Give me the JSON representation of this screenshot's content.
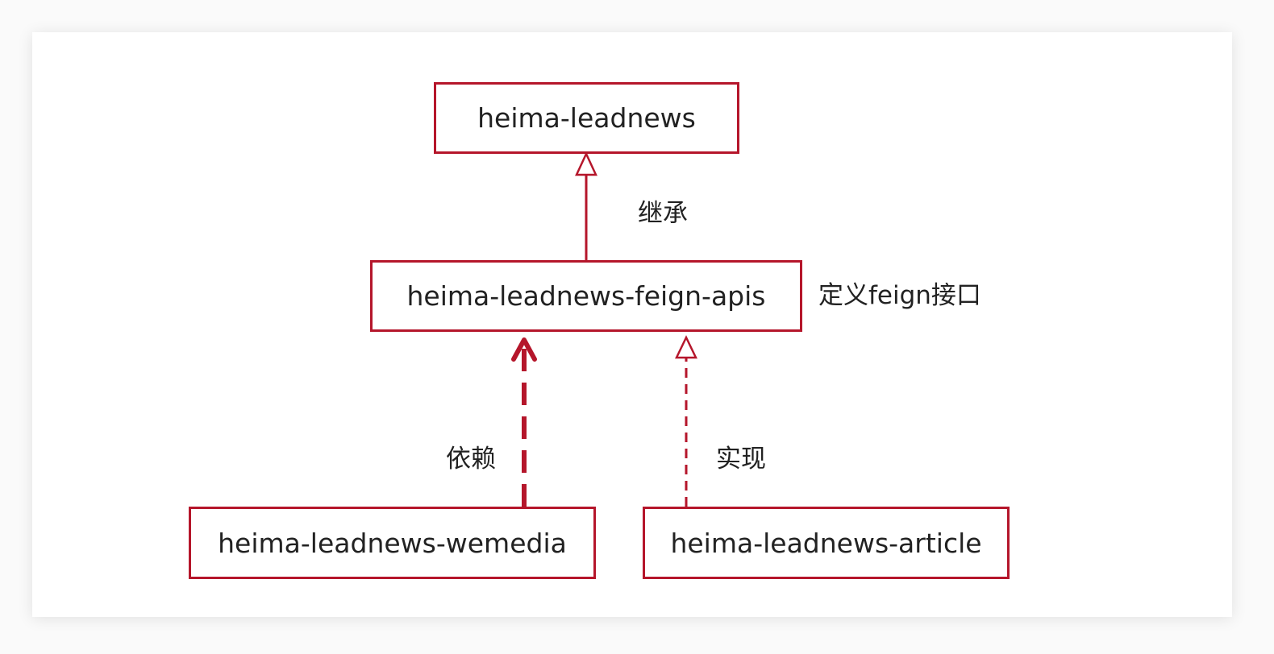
{
  "nodes": {
    "root": "heima-leadnews",
    "feign_apis": "heima-leadnews-feign-apis",
    "wemedia": "heima-leadnews-wemedia",
    "article": "heima-leadnews-article"
  },
  "edges": {
    "inherit": "继承",
    "depend": "依赖",
    "implement": "实现"
  },
  "annotations": {
    "feign_note": "定义feign接口"
  },
  "colors": {
    "accent": "#b5162b",
    "text": "#222222"
  }
}
